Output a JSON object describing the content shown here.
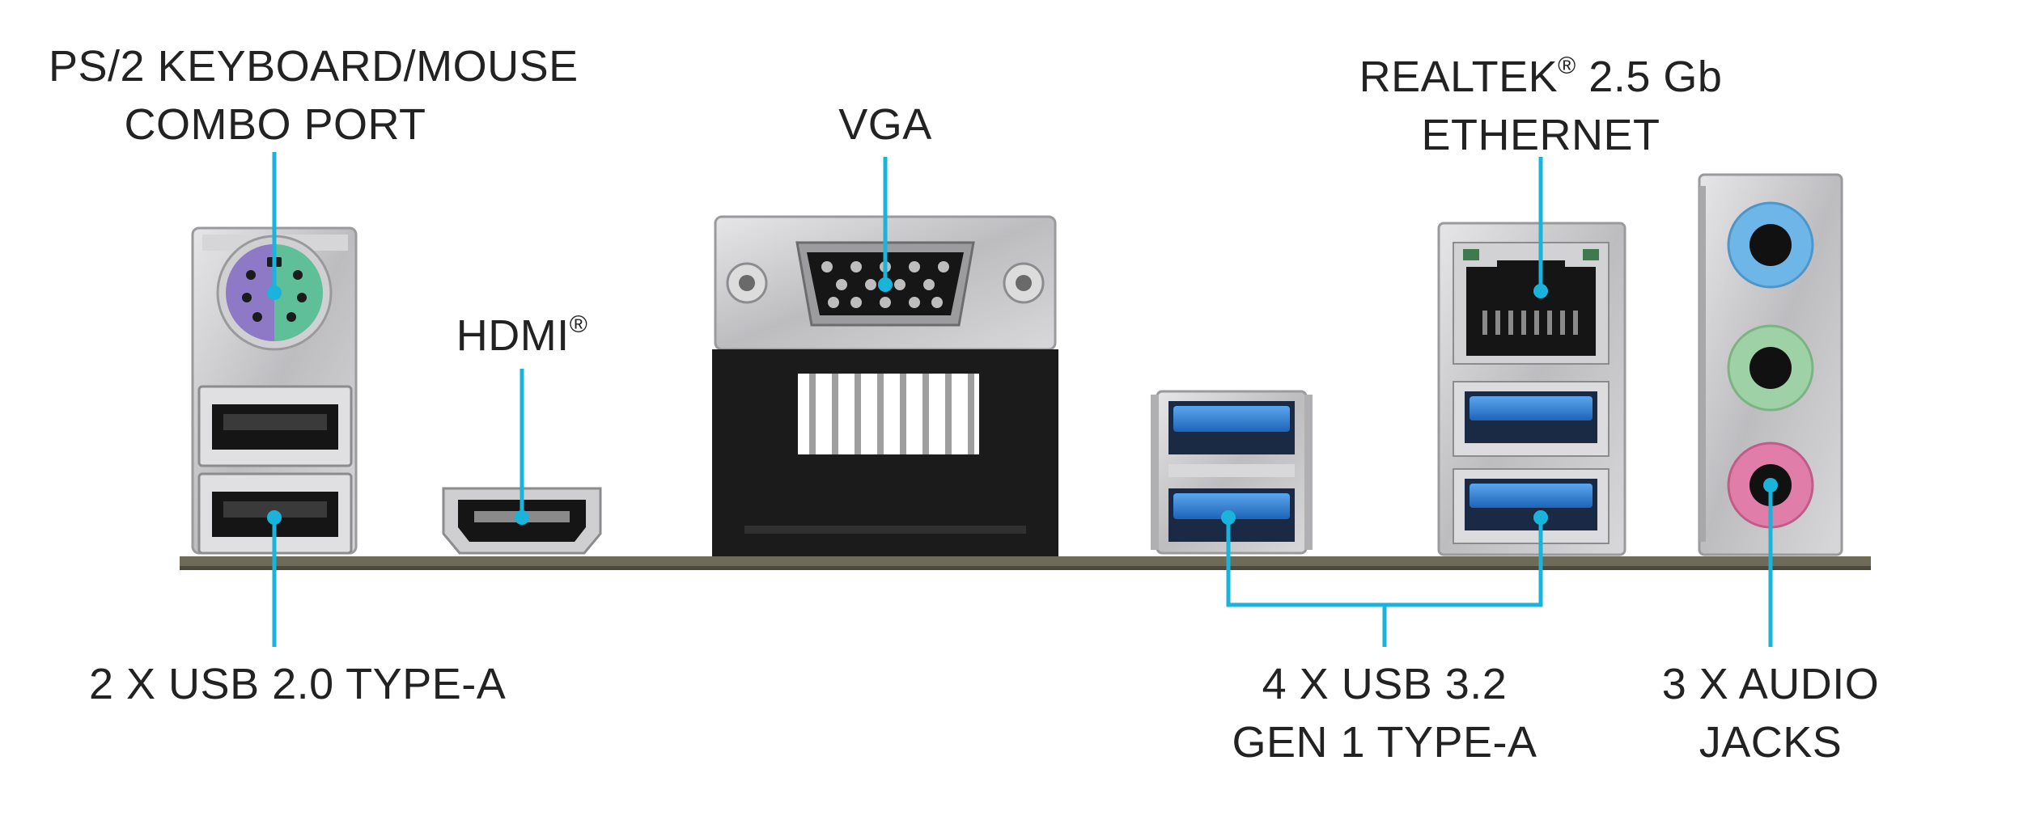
{
  "colors": {
    "callout_line": "#1ab3dc",
    "usb3_blue": "#2a7fd6",
    "ps2_keyboard": "#8d79c6",
    "ps2_mouse": "#5fbf98",
    "audio_line_in": "#6fb6e8",
    "audio_line_out": "#9fd1a6",
    "audio_mic": "#e07da8",
    "pcb": "#6f6b59",
    "metal": "#c8c8ca",
    "plastic_black": "#1b1b1b"
  },
  "labels": {
    "ps2": {
      "line1": "PS/2 KEYBOARD/MOUSE",
      "line2": "COMBO PORT"
    },
    "vga": "VGA",
    "hdmi": "HDMI",
    "ethernet": {
      "line1": "REALTEK",
      "line1b": " 2.5 Gb",
      "line2": "ETHERNET"
    },
    "registered": "®",
    "usb2": "2 X USB 2.0 TYPE-A",
    "usb3": {
      "line1": "4 X USB 3.2",
      "line2": "GEN 1 TYPE-A"
    },
    "audio": {
      "line1": "3 X AUDIO",
      "line2": "JACKS"
    }
  },
  "icons": [
    "ps2-port-icon",
    "usb2-port-icon",
    "hdmi-port-icon",
    "vga-port-icon",
    "usb3-port-icon",
    "ethernet-port-icon",
    "audio-jack-icon"
  ]
}
